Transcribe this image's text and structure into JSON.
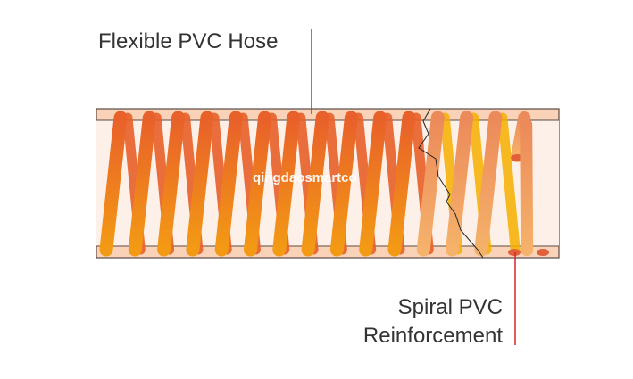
{
  "labels": {
    "hose": "Flexible PVC Hose",
    "reinforcement_line1": "Spiral PVC",
    "reinforcement_line2": "Reinforcement"
  },
  "watermark": "qingdaosmartco",
  "colors": {
    "hose_band": "#f9d2b8",
    "hose_inner": "#fdf0e8",
    "coil_front": "#f07a1a",
    "coil_back": "#e8602a",
    "leader_line": "#d9232a"
  },
  "coil_count": 15
}
